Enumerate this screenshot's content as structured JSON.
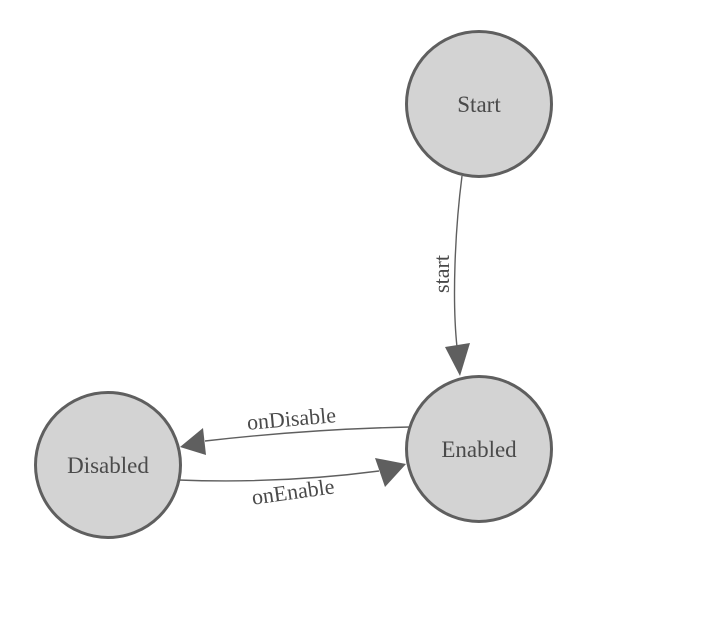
{
  "diagram": {
    "type": "state-machine",
    "nodes": [
      {
        "id": "start",
        "label": "Start"
      },
      {
        "id": "enabled",
        "label": "Enabled"
      },
      {
        "id": "disabled",
        "label": "Disabled"
      }
    ],
    "edges": [
      {
        "id": "start-transition",
        "label": "start",
        "from": "Start",
        "to": "Enabled"
      },
      {
        "id": "ondisable-transition",
        "label": "onDisable",
        "from": "Enabled",
        "to": "Disabled"
      },
      {
        "id": "onenable-transition",
        "label": "onEnable",
        "from": "Disabled",
        "to": "Enabled"
      }
    ]
  },
  "theme": {
    "background": "#ffffff",
    "node_fill": "#d3d3d3",
    "node_stroke": "#5f5f5f",
    "edge_color": "#5f5f5f",
    "text_color": "#4a4a4a"
  }
}
